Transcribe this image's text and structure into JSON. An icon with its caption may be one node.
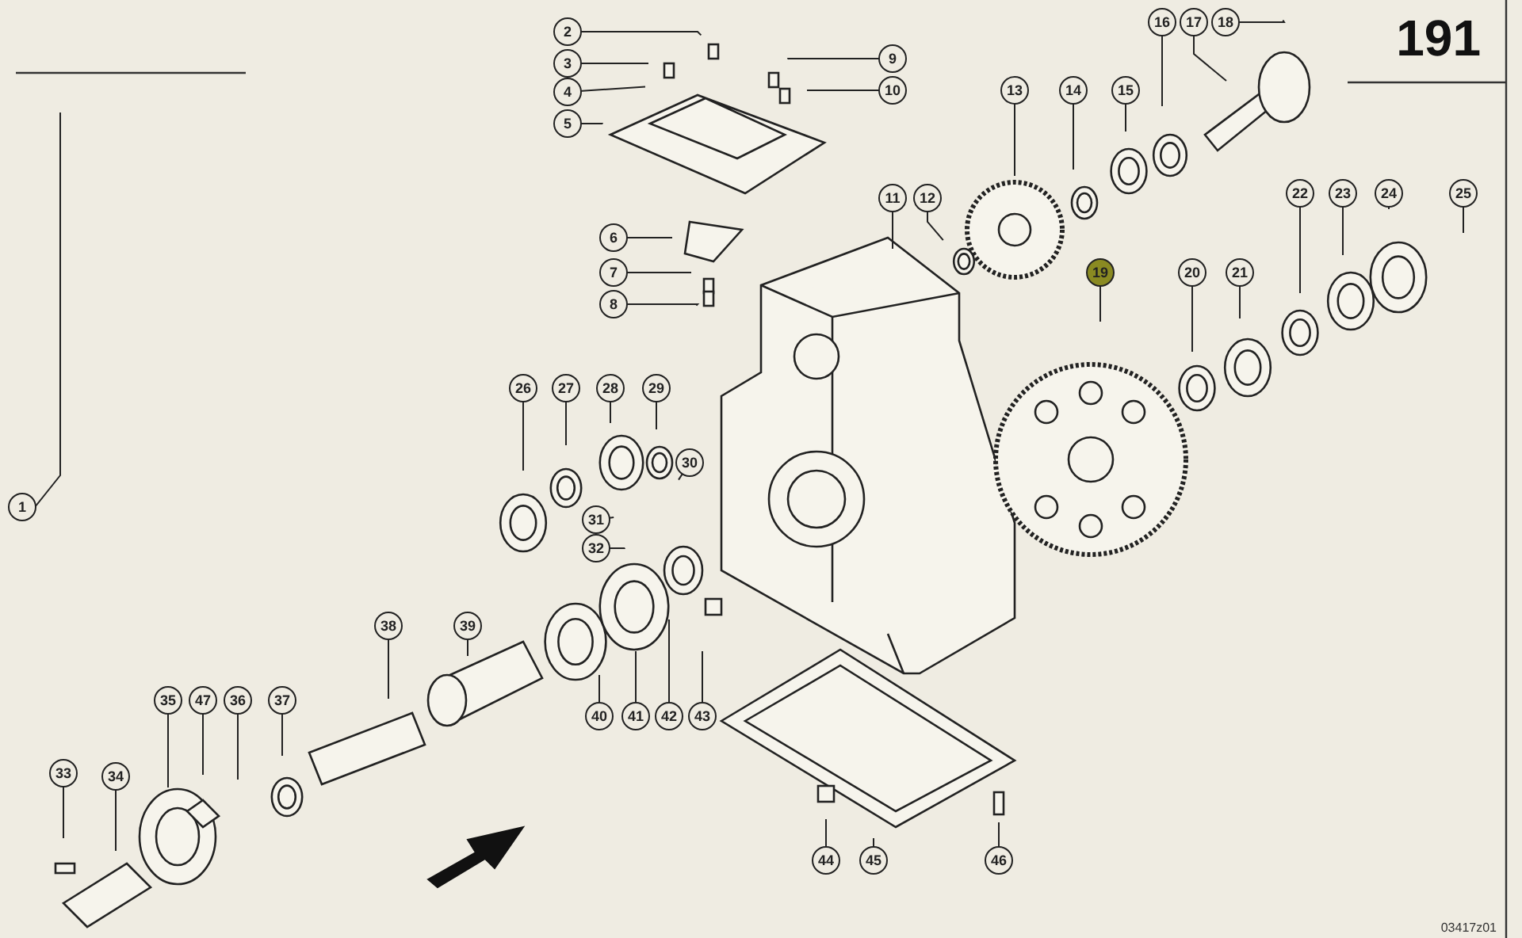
{
  "diagram": {
    "nodes": [
      {
        "text": [
          "1"
        ]
      },
      {
        "text": [
          "2"
        ]
      },
      {
        "text": [
          "3"
        ]
      },
      {
        "text": [
          "4"
        ]
      },
      {
        "text": [
          "5"
        ]
      },
      {
        "text": [
          "6"
        ]
      },
      {
        "text": [
          "7"
        ]
      },
      {
        "text": [
          "8"
        ]
      },
      {
        "text": [
          "9"
        ]
      },
      {
        "text": [
          "10"
        ]
      },
      {
        "text": [
          "11"
        ]
      },
      {
        "text": [
          "12"
        ]
      },
      {
        "text": [
          "13"
        ]
      },
      {
        "text": [
          "14"
        ]
      },
      {
        "text": [
          "15"
        ]
      },
      {
        "text": [
          "16"
        ]
      },
      {
        "text": [
          "17"
        ]
      },
      {
        "text": [
          "18"
        ]
      },
      {
        "text": [
          "19"
        ]
      },
      {
        "text": [
          "20"
        ]
      },
      {
        "text": [
          "21"
        ]
      },
      {
        "text": [
          "22"
        ]
      },
      {
        "text": [
          "23"
        ]
      },
      {
        "text": [
          "24"
        ]
      },
      {
        "text": [
          "25"
        ]
      },
      {
        "text": [
          "26"
        ]
      },
      {
        "text": [
          "27"
        ]
      },
      {
        "text": [
          "28"
        ]
      },
      {
        "text": [
          "29"
        ]
      },
      {
        "text": [
          "30"
        ]
      },
      {
        "text": [
          "31"
        ]
      },
      {
        "text": [
          "32"
        ]
      },
      {
        "text": [
          "33"
        ]
      },
      {
        "text": [
          "34"
        ]
      },
      {
        "text": [
          "35"
        ]
      },
      {
        "text": [
          "36"
        ]
      },
      {
        "text": [
          "37"
        ]
      },
      {
        "text": [
          "38"
        ]
      },
      {
        "text": [
          "39"
        ]
      },
      {
        "text": [
          "40"
        ]
      },
      {
        "text": [
          "41"
        ]
      },
      {
        "text": [
          "42"
        ]
      },
      {
        "text": [
          "43"
        ]
      },
      {
        "text": [
          "44"
        ]
      },
      {
        "text": [
          "45"
        ]
      },
      {
        "text": [
          "46"
        ]
      },
      {
        "text": [
          "47"
        ]
      }
    ],
    "edges": [
      {
        "from": 0,
        "to": null,
        "arrow": "none"
      },
      {
        "from": 1,
        "to": null,
        "arrow": "none"
      },
      {
        "from": 2,
        "to": null,
        "arrow": "none"
      },
      {
        "from": 3,
        "to": null,
        "arrow": "none"
      },
      {
        "from": 4,
        "to": null,
        "arrow": "none"
      },
      {
        "from": 5,
        "to": null,
        "arrow": "none"
      },
      {
        "from": 6,
        "to": null,
        "arrow": "none"
      },
      {
        "from": 7,
        "to": null,
        "arrow": "none"
      },
      {
        "from": 8,
        "to": null,
        "arrow": "none"
      },
      {
        "from": 9,
        "to": null,
        "arrow": "none"
      },
      {
        "from": 10,
        "to": null,
        "arrow": "none"
      },
      {
        "from": 11,
        "to": null,
        "arrow": "none"
      },
      {
        "from": 12,
        "to": null,
        "arrow": "none"
      },
      {
        "from": 13,
        "to": null,
        "arrow": "none"
      },
      {
        "from": 14,
        "to": null,
        "arrow": "none"
      },
      {
        "from": 15,
        "to": null,
        "arrow": "none"
      },
      {
        "from": 16,
        "to": null,
        "arrow": "none"
      },
      {
        "from": 17,
        "to": null,
        "arrow": "none"
      },
      {
        "from": 18,
        "to": null,
        "arrow": "none"
      },
      {
        "from": 19,
        "to": null,
        "arrow": "none"
      },
      {
        "from": 20,
        "to": null,
        "arrow": "none"
      },
      {
        "from": 21,
        "to": null,
        "arrow": "none"
      },
      {
        "from": 22,
        "to": null,
        "arrow": "none"
      },
      {
        "from": 23,
        "to": null,
        "arrow": "none"
      },
      {
        "from": 24,
        "to": null,
        "arrow": "none"
      },
      {
        "from": 25,
        "to": null,
        "arrow": "none"
      },
      {
        "from": 26,
        "to": null,
        "arrow": "none"
      },
      {
        "from": 27,
        "to": null,
        "arrow": "none"
      },
      {
        "from": 28,
        "to": null,
        "arrow": "none"
      },
      {
        "from": 29,
        "to": null,
        "arrow": "none"
      },
      {
        "from": 30,
        "to": null,
        "arrow": "none"
      },
      {
        "from": 31,
        "to": null,
        "arrow": "none"
      },
      {
        "from": 32,
        "to": null,
        "arrow": "none"
      },
      {
        "from": 33,
        "to": null,
        "arrow": "none"
      },
      {
        "from": 34,
        "to": null,
        "arrow": "none"
      },
      {
        "from": 35,
        "to": null,
        "arrow": "none"
      },
      {
        "from": 36,
        "to": null,
        "arrow": "none"
      },
      {
        "from": 37,
        "to": null,
        "arrow": "none"
      },
      {
        "from": 38,
        "to": null,
        "arrow": "none"
      },
      {
        "from": 39,
        "to": null,
        "arrow": "none"
      },
      {
        "from": 40,
        "to": null,
        "arrow": "none"
      },
      {
        "from": 41,
        "to": null,
        "arrow": "none"
      },
      {
        "from": 42,
        "to": null,
        "arrow": "none"
      },
      {
        "from": 43,
        "to": null,
        "arrow": "none"
      },
      {
        "from": 44,
        "to": null,
        "arrow": "none"
      },
      {
        "from": 45,
        "to": null,
        "arrow": "none"
      },
      {
        "from": 46,
        "to": null,
        "arrow": "none"
      }
    ],
    "labels": [
      "191",
      "03417z01"
    ]
  }
}
